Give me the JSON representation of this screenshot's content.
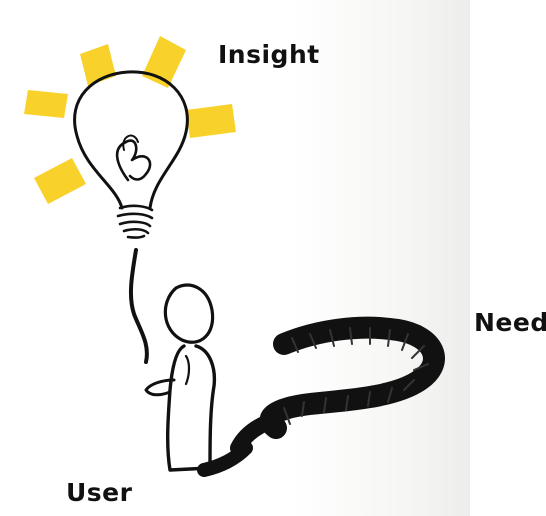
{
  "labels": {
    "insight": "Insight",
    "need": "Need",
    "user": "User"
  },
  "icons": {
    "bulb": "lightbulb-icon",
    "person": "stick-figure-icon",
    "path": "question-mark-path-icon"
  },
  "colors": {
    "sticky_note": "#f8d22a",
    "ink": "#111111",
    "background": "#ffffff"
  }
}
